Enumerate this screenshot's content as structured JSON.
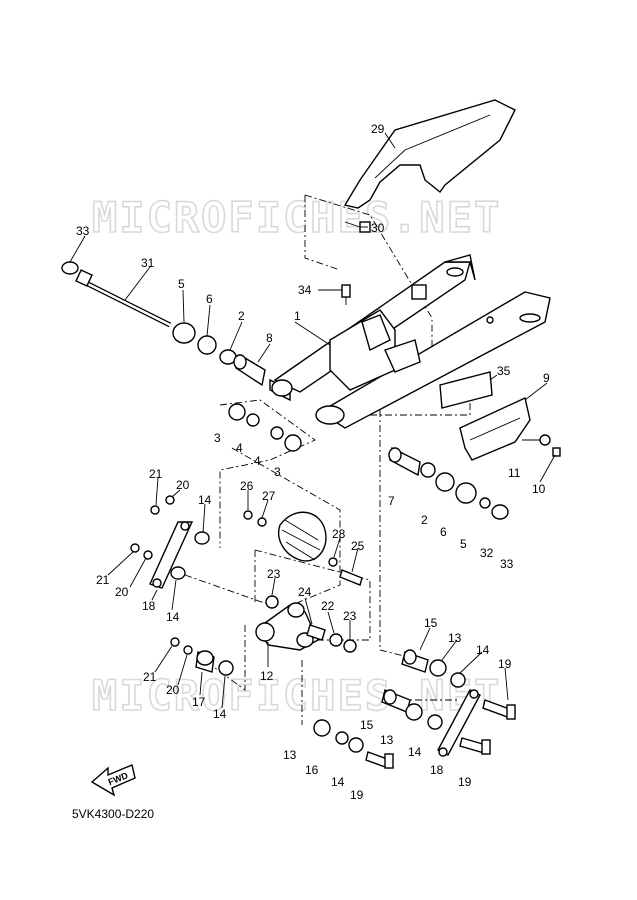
{
  "diagram": {
    "code": "5VK4300-D220",
    "watermark": "MICROFICHES.NET",
    "fwd_label": "FWD",
    "callouts": [
      "1",
      "2",
      "3",
      "4",
      "5",
      "6",
      "7",
      "8",
      "9",
      "10",
      "11",
      "12",
      "13",
      "14",
      "15",
      "16",
      "17",
      "18",
      "19",
      "20",
      "21",
      "22",
      "23",
      "24",
      "25",
      "26",
      "27",
      "28",
      "29",
      "30",
      "31",
      "32",
      "33",
      "34",
      "35"
    ]
  }
}
